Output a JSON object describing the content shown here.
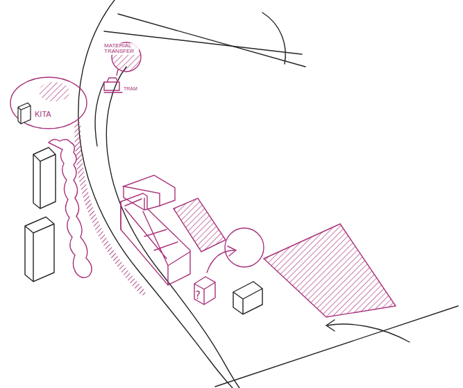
{
  "diagram": {
    "nodes": [
      {
        "text": [
          "KITA"
        ]
      },
      {
        "text": [
          "?"
        ]
      }
    ],
    "labels": [
      "MATERIAL TRANSFER",
      "TRAM"
    ]
  }
}
